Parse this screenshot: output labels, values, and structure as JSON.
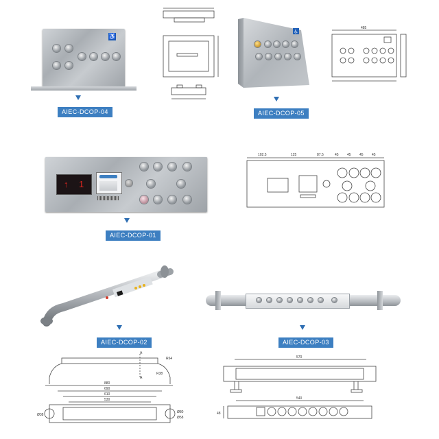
{
  "labels": {
    "dcop04": "AIEC-DCOP-04",
    "dcop05": "AIEC-DCOP-05",
    "dcop01": "AIEC-DCOP-01",
    "dcop02": "AIEC-DCOP-02",
    "dcop03": "AIEC-DCOP-03"
  },
  "display": {
    "arrow": "↑",
    "floor": "1"
  },
  "dims_dcop01": [
    "102.5",
    "125",
    "87.5",
    "45",
    "45",
    "45",
    "45"
  ],
  "dims_dcop02": [
    "880",
    "690",
    "610",
    "530",
    "A",
    "A",
    "R38",
    "R64",
    "Ø38",
    "Ø80",
    "Ø58"
  ],
  "dims_dcop03": [
    "570",
    "540",
    "48"
  ],
  "dims_dcop05": [
    "485"
  ],
  "colors": {
    "label_bg": "#3d7fc1",
    "arrow": "#2f6fb3",
    "display_digits": "#e0261f"
  }
}
